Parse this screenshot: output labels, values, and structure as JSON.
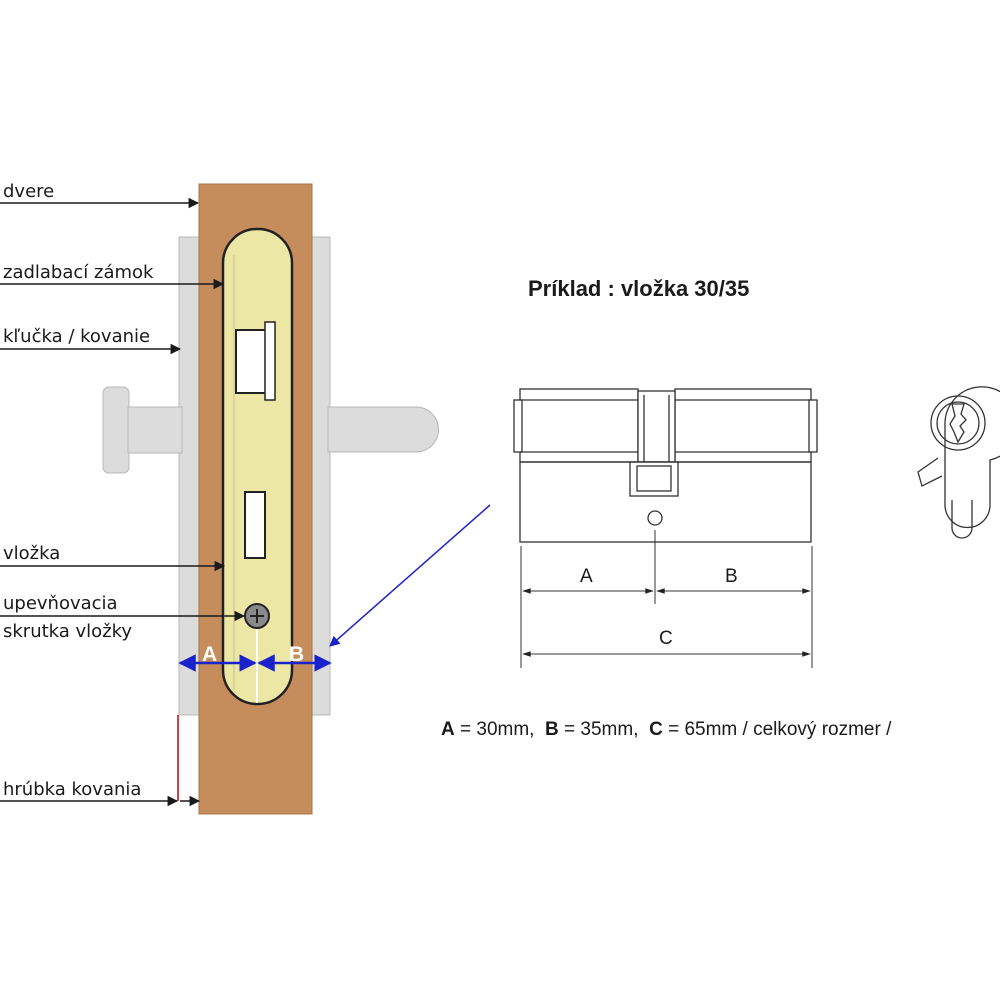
{
  "labels": {
    "door": "dvere",
    "mortise_lock": "zadlabací zámok",
    "handle": "kľučka / kovanie",
    "cylinder": "vložka",
    "screw_line1": "upevňovacia",
    "screw_line2": "skrutka vložky",
    "fitting_thickness": "hrúbka kovania"
  },
  "door_dims": {
    "a": "A",
    "b": "B"
  },
  "example": {
    "title": "Príklad : vložka 30/35",
    "dim_a": "A",
    "dim_b": "B",
    "dim_c": "C"
  },
  "summary": {
    "a_key": "A",
    "a_val": " = 30mm,",
    "b_key": "B",
    "b_val": " = 35mm,",
    "c_key": "C",
    "c_val": " = 65mm / celkový rozmer /"
  },
  "colors": {
    "door_wood": "#c58c5c",
    "lock_brass": "#ede7a6",
    "fitting_gray": "#dcdcdc",
    "dimension_blue": "#1a22cc",
    "pointer_dark": "#1a1a1a"
  },
  "icons": [
    "screw-icon",
    "keyhole-icon"
  ]
}
